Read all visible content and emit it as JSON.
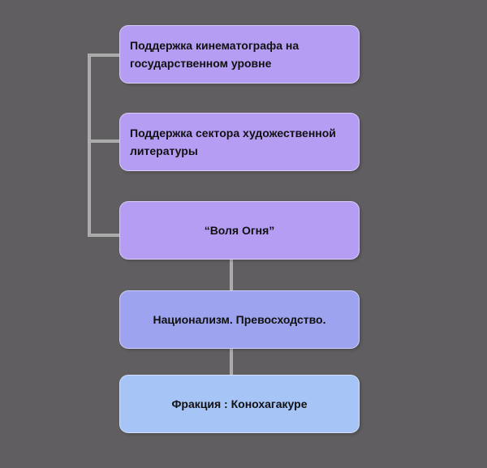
{
  "diagram": {
    "background_color": "#605e60",
    "connector_color": "#a9a9a9",
    "text_color": "#111111",
    "nodes": [
      {
        "label": "Поддержка кинематографа на государственном уровне",
        "fill": "#b49df3"
      },
      {
        "label": "Поддержка сектора художественной литературы",
        "fill": "#b49df3"
      },
      {
        "label": "“Воля Огня”",
        "fill": "#b49df3"
      },
      {
        "label": "Национализм. Превосходство.",
        "fill": "#9da3ee"
      },
      {
        "label": "Фракция : Конохагакуре",
        "fill": "#a6c4f6"
      }
    ]
  }
}
